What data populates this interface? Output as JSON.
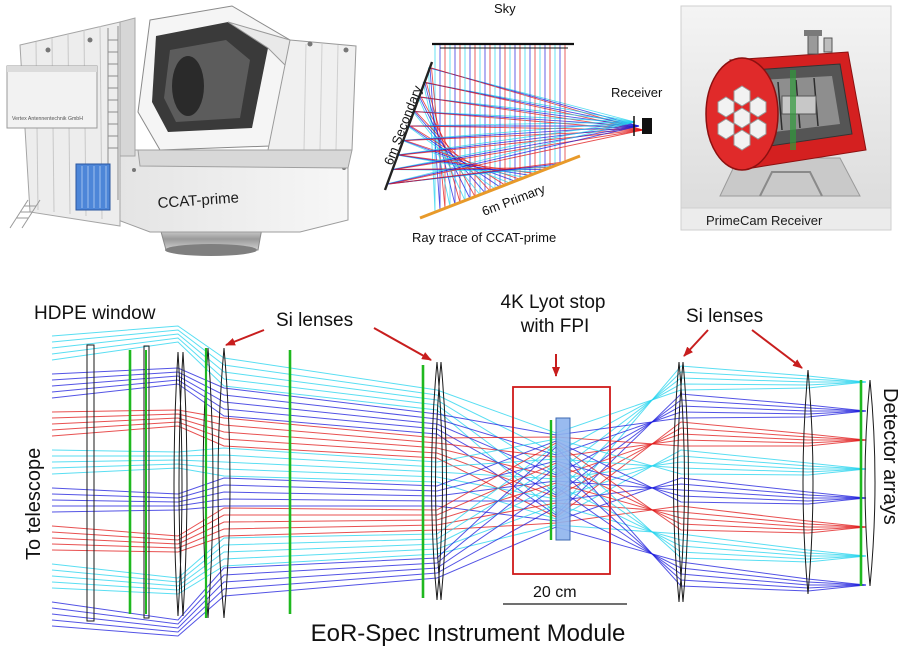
{
  "telescope_panel": {
    "label": "CCAT-prime",
    "plate_text": "Vertex Antennentechnik GmbH"
  },
  "raytrace_panel": {
    "sky_label": "Sky",
    "receiver_label": "Receiver",
    "secondary_label": "6m Secondary",
    "primary_label": "6m Primary",
    "caption": "Ray trace of CCAT-prime"
  },
  "receiver_panel": {
    "caption": "PrimeCam Receiver"
  },
  "module_panel": {
    "title": "EoR-Spec Instrument Module",
    "left_side_label": "To telescope",
    "right_side_label": "Detector arrays",
    "hdpe_label": "HDPE window",
    "si_lenses_left_label": "Si lenses",
    "lyot_label_line1": "4K Lyot stop",
    "lyot_label_line2": "with FPI",
    "si_lenses_right_label": "Si lenses",
    "scale_label": "20 cm"
  },
  "colors": {
    "ray_cyan": "#22d3ee",
    "ray_blue": "#1a1adc",
    "ray_red": "#e01515",
    "filter_green": "#1fb81f",
    "annotation_red": "#c81e1e",
    "receiver_red": "#d42020",
    "primary_orange": "#e89a2a"
  }
}
